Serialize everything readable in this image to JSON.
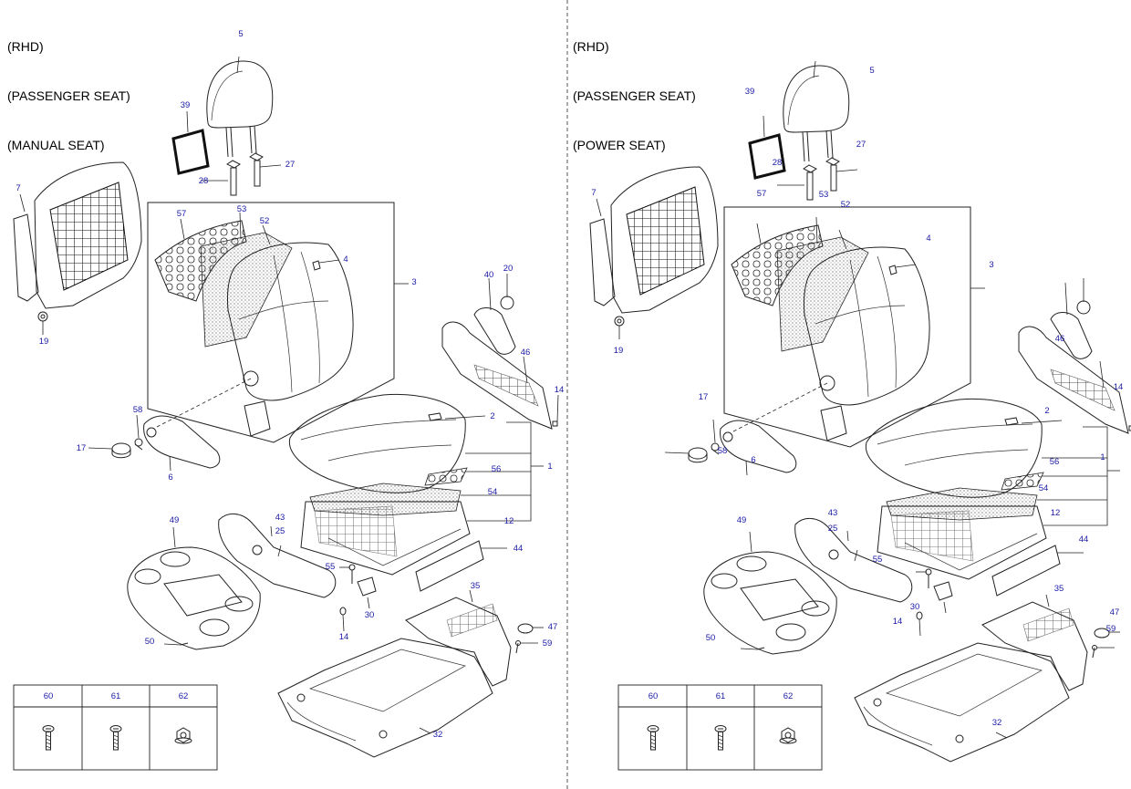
{
  "left_panel": {
    "title_lines": [
      "(RHD)",
      "(PASSENGER SEAT)",
      "(MANUAL SEAT)"
    ],
    "callouts": [
      "5",
      "39",
      "27",
      "28",
      "7",
      "57",
      "53",
      "52",
      "4",
      "3",
      "19",
      "40",
      "20",
      "46",
      "14",
      "58",
      "17",
      "6",
      "2",
      "1",
      "56",
      "54",
      "12",
      "43",
      "25",
      "49",
      "55",
      "30",
      "44",
      "35",
      "47",
      "59",
      "14",
      "50",
      "32"
    ]
  },
  "right_panel": {
    "title_lines": [
      "(RHD)",
      "(PASSENGER SEAT)",
      "(POWER SEAT)"
    ],
    "callouts": [
      "5",
      "39",
      "27",
      "28",
      "7",
      "57",
      "53",
      "52",
      "4",
      "3",
      "19",
      "46",
      "14",
      "17",
      "58",
      "6",
      "2",
      "1",
      "56",
      "54",
      "12",
      "43",
      "25",
      "49",
      "55",
      "30",
      "44",
      "35",
      "47",
      "59",
      "14",
      "50",
      "32"
    ]
  },
  "fastener_tables": [
    {
      "headers": [
        "60",
        "61",
        "62"
      ],
      "icons": [
        "flat-head-screw-icon",
        "oval-head-screw-icon",
        "flange-nut-icon"
      ]
    },
    {
      "headers": [
        "60",
        "61",
        "62"
      ],
      "icons": [
        "flat-head-screw-icon",
        "oval-head-screw-icon",
        "flange-nut-icon"
      ]
    }
  ],
  "colors": {
    "callout": "#1a1aa6",
    "line": "#222222",
    "divider": "#555555"
  }
}
